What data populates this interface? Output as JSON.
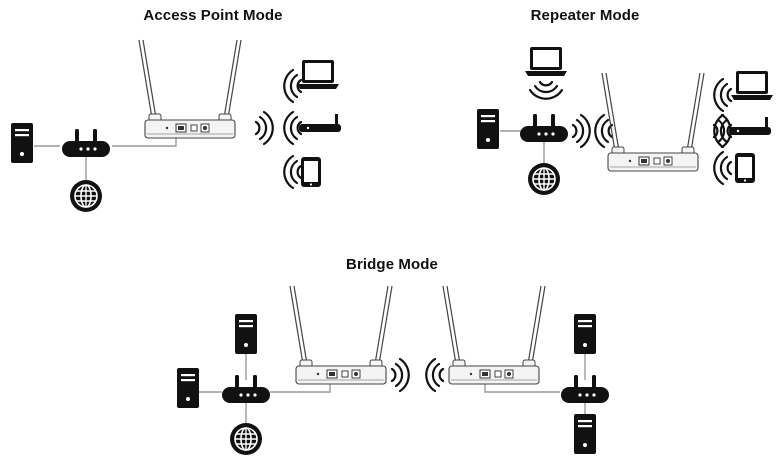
{
  "titles": {
    "access_point_mode": "Access Point Mode",
    "repeater_mode": "Repeater Mode",
    "bridge_mode": "Bridge Mode"
  },
  "colors": {
    "ink": "#111111",
    "device_outline": "#444444",
    "device_fill": "#f4f4f4",
    "cable": "#9a9a9a"
  },
  "icons": [
    "server-icon",
    "router-icon",
    "globe-icon",
    "access-point-icon",
    "laptop-icon",
    "tablet-icon",
    "wifi-waves-icon"
  ]
}
